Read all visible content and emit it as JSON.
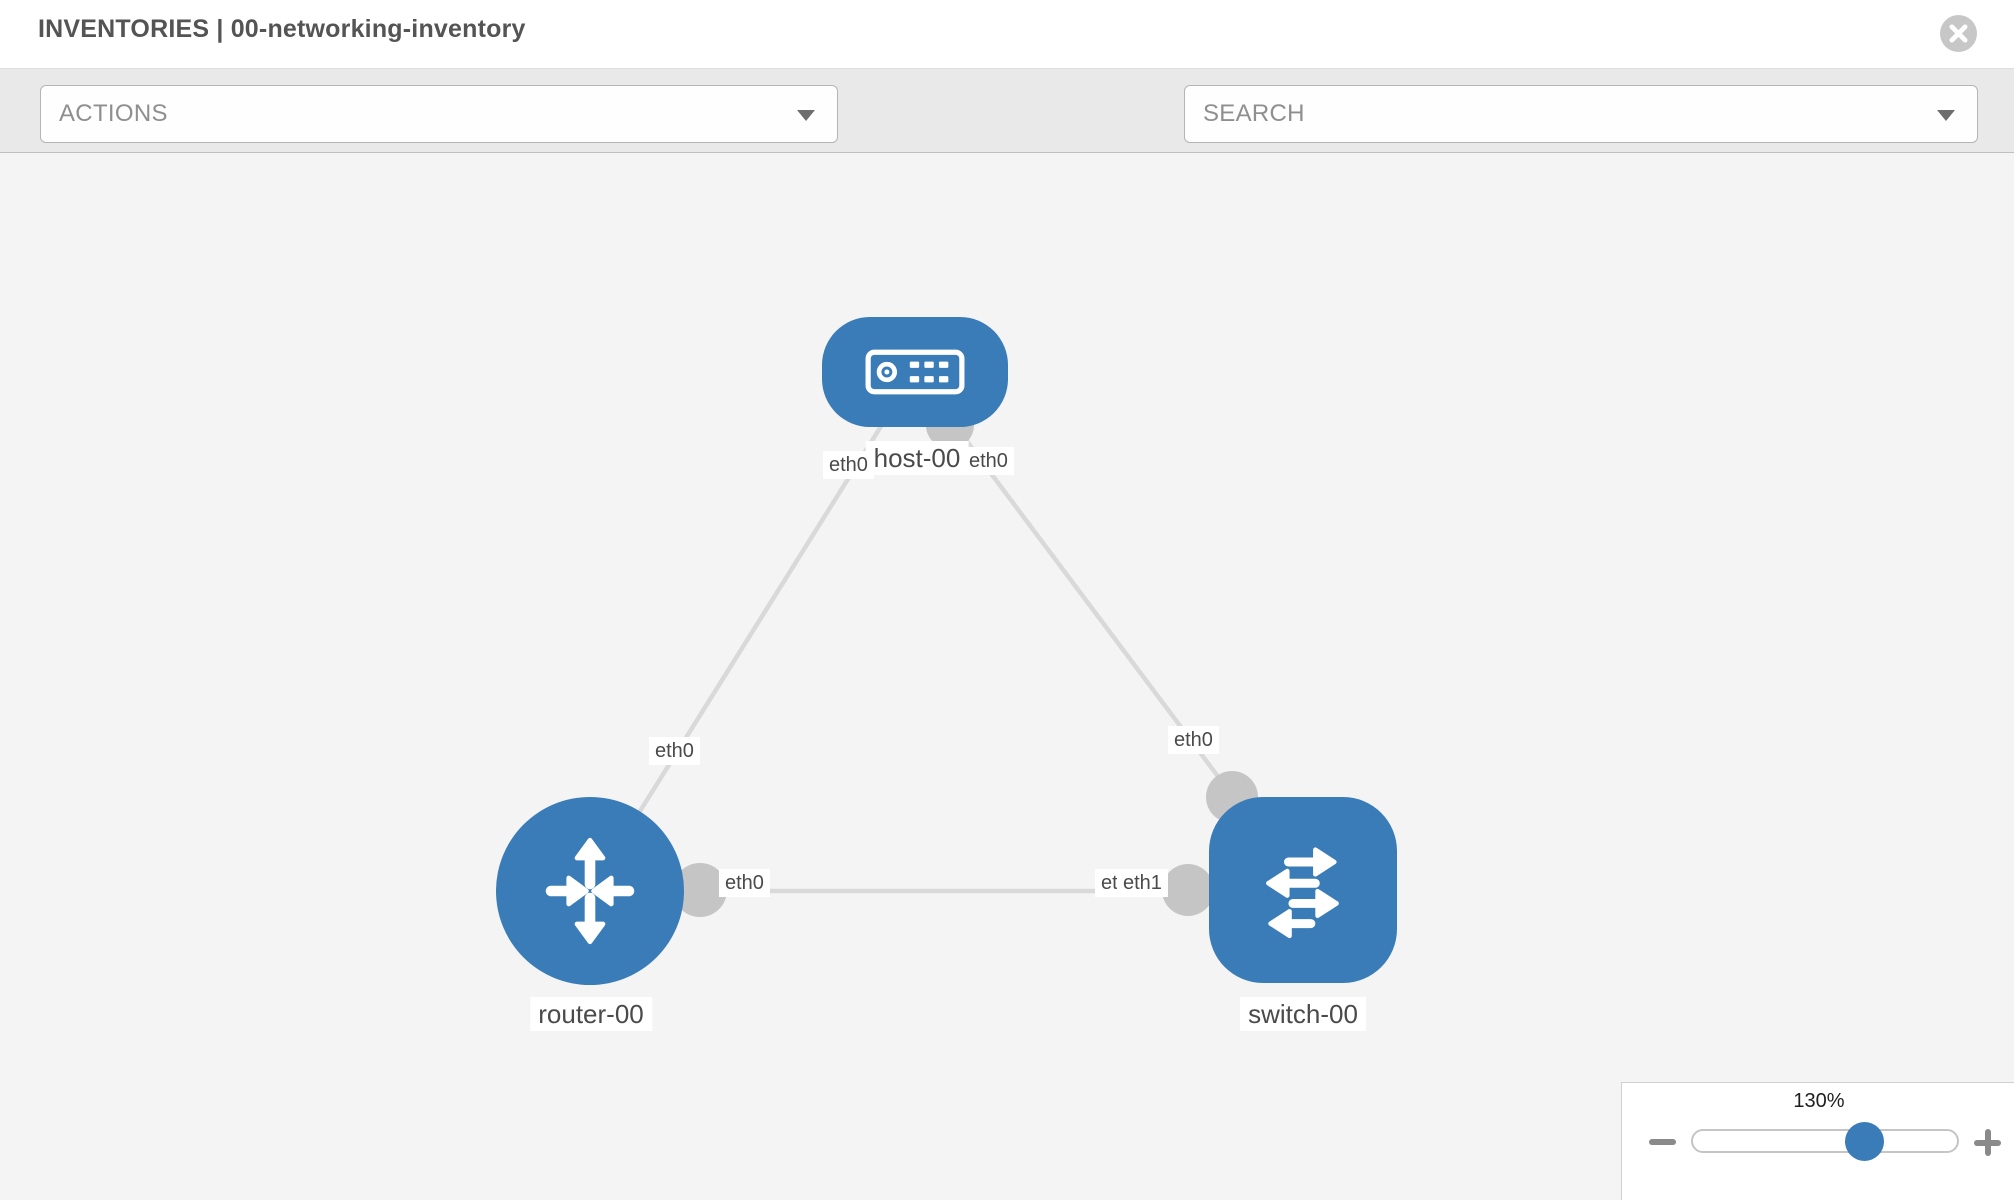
{
  "header": {
    "title": "INVENTORIES | 00-networking-inventory"
  },
  "toolbar": {
    "actions_label": "ACTIONS",
    "search_label": "SEARCH",
    "icons": [
      "wrench-icon",
      "key-icon"
    ]
  },
  "topology": {
    "nodes": [
      {
        "id": "host-00",
        "label": "host-00",
        "type": "host"
      },
      {
        "id": "router-00",
        "label": "router-00",
        "type": "router"
      },
      {
        "id": "switch-00",
        "label": "switch-00",
        "type": "switch"
      }
    ],
    "links": [
      {
        "source": "router-00",
        "target": "host-00",
        "source_interface": "eth0",
        "target_interface": "eth0"
      },
      {
        "source": "host-00",
        "target": "switch-00",
        "source_interface": "eth0",
        "target_interface": "eth0"
      },
      {
        "source": "router-00",
        "target": "switch-00",
        "source_interface": "eth0",
        "target_interface": "eth1"
      }
    ],
    "interface_labels": {
      "host_left": "eth0",
      "host_right": "eth0",
      "router_top": "eth0",
      "switch_top": "eth0",
      "router_right": "eth0",
      "switch_left_back": "eth0",
      "switch_left_front": "eth1"
    }
  },
  "zoom_control": {
    "value": "130%"
  },
  "colors": {
    "node_blue": "#3a7cb7",
    "link_gray": "#d9d9d9",
    "interface_dot_gray": "#c5c5c5",
    "toolbar_gray": "#e9e9e9",
    "canvas_gray": "#f4f4f5"
  }
}
